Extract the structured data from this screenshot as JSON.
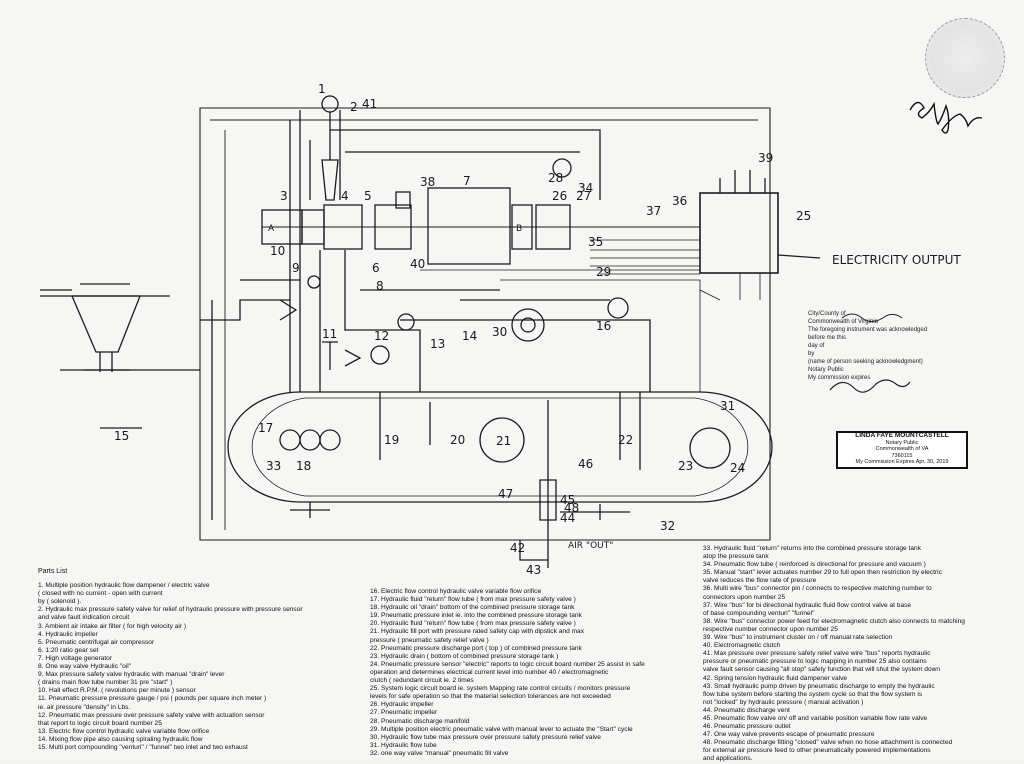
{
  "labels": {
    "electricity_output": "ELECTRICITY OUTPUT",
    "air_out": "AIR \"OUT\""
  },
  "callouts": [
    "1",
    "2",
    "41",
    "3",
    "4",
    "5",
    "7",
    "38",
    "6",
    "40",
    "8",
    "9",
    "10",
    "11",
    "12",
    "13",
    "14",
    "16",
    "17",
    "18",
    "19",
    "20",
    "21",
    "22",
    "23",
    "24",
    "25",
    "26",
    "27",
    "28",
    "29",
    "30",
    "31",
    "32",
    "33",
    "34",
    "35",
    "36",
    "37",
    "39",
    "42",
    "43",
    "44",
    "45",
    "46",
    "47",
    "48",
    "15",
    "A",
    "B"
  ],
  "notary": {
    "line1": "City/County of",
    "line2": "Commonwealth of Virginia",
    "line3": "The foregoing instrument was acknowledged",
    "line4": "before me this",
    "line5": "day of",
    "line6": "by",
    "line7": "(name of person seeking acknowledgment)",
    "line8": "Notary Public",
    "line9": "My commission expires"
  },
  "stamp": {
    "name": "LINDA FAYE MOUNTCASTELL",
    "title": "Notary Public",
    "state": "Commonwealth of VA",
    "number": "7360115",
    "expires": "My Commission Expires Apr. 30, 2019"
  },
  "parts": {
    "heading": "Parts List",
    "left": [
      "1. Multiple position hydraulic flow dampener / electric valve",
      "   ( closed with no current - open with current",
      "   by ( solenoid ).",
      "2. Hydraulic max pressure safety valve for relief of hydraulic pressure with pressure sensor",
      "   and valve fault indication circuit",
      "3. Ambient air intake air filter ( for high velocity air )",
      "4. Hydraulic impeller",
      "5. Pneumatic centrifugal air compressor",
      "6. 1:20 ratio gear set",
      "7. High voltage generator",
      "8. One way valve Hydraulic \"oil\"",
      "9. Max pressure safety valve hydraulic with manual \"drain\" lever",
      "   ( drains main flow tube number 31 pre \"start\" )",
      "10. Hall effect R.P.M. ( revolutions per minute ) sensor",
      "11. Pneumatic pressure pressure gauge / psi ( pounds per square inch meter )",
      "   ie. air pressure \"density\" in Lbs.",
      "12. Pneumatic max pressure over pressure safety valve with actuation sensor",
      "   that report to logic circuit board number 25",
      "13. Electric flow control hydraulic valve variable flow orifice",
      "14. Mixing flow pipe also causing spiraling hydraulic flow",
      "15. Multi port compounding \"venturi\" / \"funnel\" two inlet and two exhaust"
    ],
    "mid": [
      "16. Electric flow control hydraulic valve variable flow orifice",
      "17. Hydraulic fluid \"return\" flow tube ( from max pressure safety valve )",
      "18. Hydraulic oil \"drain\" bottom of the combined pressure storage tank",
      "19. Pneumatic pressure inlet ie. into the combined pressure storage tank",
      "20. Hydraulic fluid \"return\" flow tube ( from max pressure safety valve )",
      "21. Hydraulic fill port with pressure rated safety cap with dipstick and max",
      "   pressure ( pneumatic safety relief valve )",
      "22. Pneumatic pressure discharge port ( top ) of combined pressure tank",
      "23. Hydraulic drain ( bottom of combined pressure storage tank )",
      "24. Pneumatic pressure sensor \"electric\" reports to logic circuit board number 25 assist in safe",
      "   operation and determines electrical current level into number 40 / electromagnetic",
      "   clutch ( redundant circuit ie. 2 times",
      "25. System logic circuit board ie. system Mapping rate control circuits / monitors pressure",
      "   levels for safe operation so that the material selection tolerances are not exceeded",
      "26. Hydraulic impeller",
      "27. Pneumatic impeller",
      "28. Pneumatic discharge manifold",
      "29. Multiple position electric pneumatic valve with manual lever to actuate the \"Start\" cycle",
      "30. Hydraulic flow tube max pressure over pressure safety pressure relief valve",
      "31. Hydraulic flow tube",
      "32. one way valve \"manual\" pneumatic fill valve"
    ],
    "right": [
      "33. Hydraulic fluid \"return\" returns into the combined pressure storage tank",
      "   atop the pressure tank",
      "34. Pneumatic flow tube ( reinforced is directional for pressure and vacuum )",
      "35. Manual \"start\" lever actuates number 29 to full open then restriction by electric",
      "   valve reduces the flow rate of pressure",
      "36. Multi wire \"bus\" connector pin / connects to respective matching number to",
      "   connectors upon number 25",
      "37. Wire \"bus\" for bi directional hydraulic fluid flow control valve at base",
      "   of base compounding venturi\" \"funnel\"",
      "38. Wire \"bus\" connector power feed for electromagnetic clutch also connects to matching",
      "   respective number connector upon number 25",
      "39. Wire \"bus\" to instrument cluster on / off manual rate selection",
      "40. Electromagnetic clutch",
      "41. Max pressure over pressure safety relief valve wire \"bus\" reports hydraulic",
      "   pressure or pneumatic pressure to logic mapping in number 25 also contains",
      "   valve fault sensor causing \"all stop\" safety function that will shut the system down",
      "42. Spring tension hydraulic fluid dampener valve",
      "43. Small hydraulic pump driven by pneumatic discharge to empty the hydraulic",
      "   flow tube system before starting the system cycle so that the flow system is",
      "   not \"locked\" by hydraulic pressure ( manual activation )",
      "44. Pneumatic discharge vent",
      "45. Pneumatic flow valve on/ off and variable position variable flow rate valve",
      "46. Pneumatic pressure outlet",
      "47. One way valve prevents escape of pneumatic pressure",
      "48. Pneumatic discharge fitting \"closed\" valve when no hose attachment is connected",
      "   for external air pressure feed to other pneumatically powered implementations",
      "   and applications."
    ]
  }
}
